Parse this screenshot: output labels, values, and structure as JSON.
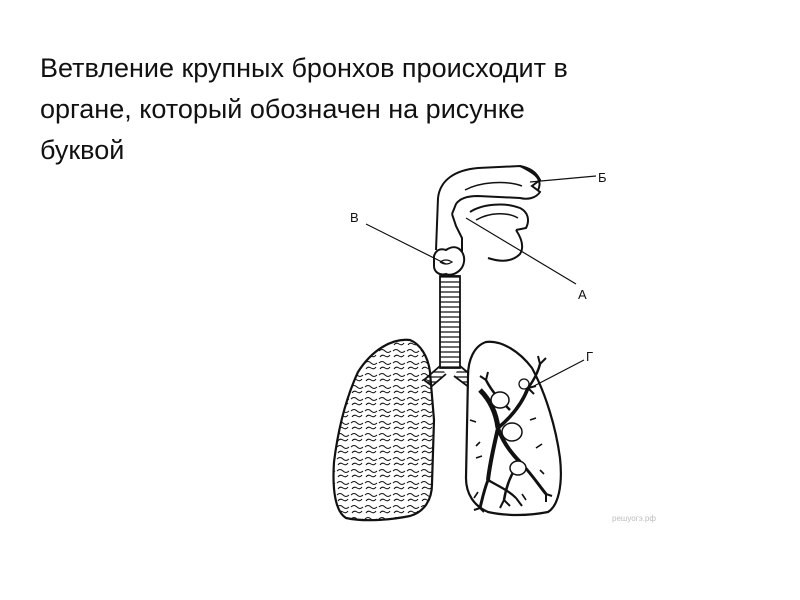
{
  "question": {
    "lines": [
      "Ветвление крупных бронхов происходит в",
      "органе, который обозначен на рисунке",
      "буквой"
    ]
  },
  "diagram": {
    "labels": {
      "b": "Б",
      "v": "В",
      "a": "А",
      "g": "Г"
    },
    "watermark": "решуогэ.рф"
  }
}
